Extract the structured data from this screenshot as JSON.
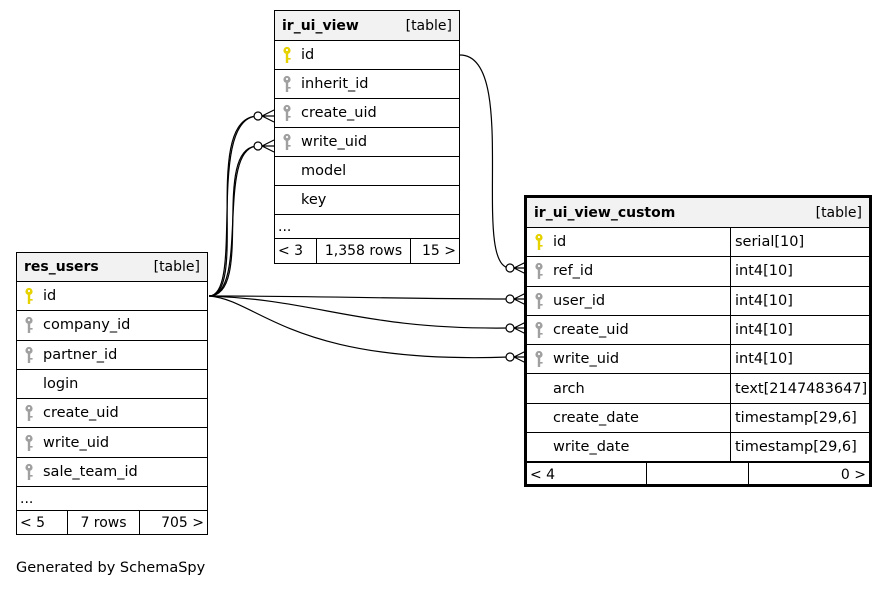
{
  "tables": {
    "ir_ui_view": {
      "name": "ir_ui_view",
      "kind": "[table]",
      "columns": [
        {
          "name": "id",
          "key": "primary"
        },
        {
          "name": "inherit_id",
          "key": "foreign"
        },
        {
          "name": "create_uid",
          "key": "foreign"
        },
        {
          "name": "write_uid",
          "key": "foreign"
        },
        {
          "name": "model",
          "key": "none"
        },
        {
          "name": "key",
          "key": "none"
        }
      ],
      "more": "...",
      "footer": {
        "left": "< 3",
        "rows": "1,358 rows",
        "right": "15 >"
      }
    },
    "res_users": {
      "name": "res_users",
      "kind": "[table]",
      "columns": [
        {
          "name": "id",
          "key": "primary"
        },
        {
          "name": "company_id",
          "key": "foreign"
        },
        {
          "name": "partner_id",
          "key": "foreign"
        },
        {
          "name": "login",
          "key": "none"
        },
        {
          "name": "create_uid",
          "key": "foreign"
        },
        {
          "name": "write_uid",
          "key": "foreign"
        },
        {
          "name": "sale_team_id",
          "key": "foreign"
        }
      ],
      "more": "...",
      "footer": {
        "left": "< 5",
        "rows": "7 rows",
        "right": "705 >"
      }
    },
    "ir_ui_view_custom": {
      "name": "ir_ui_view_custom",
      "kind": "[table]",
      "columns": [
        {
          "name": "id",
          "type": "serial[10]",
          "key": "primary"
        },
        {
          "name": "ref_id",
          "type": "int4[10]",
          "key": "foreign"
        },
        {
          "name": "user_id",
          "type": "int4[10]",
          "key": "foreign"
        },
        {
          "name": "create_uid",
          "type": "int4[10]",
          "key": "foreign"
        },
        {
          "name": "write_uid",
          "type": "int4[10]",
          "key": "foreign"
        },
        {
          "name": "arch",
          "type": "text[2147483647]",
          "key": "none"
        },
        {
          "name": "create_date",
          "type": "timestamp[29,6]",
          "key": "none"
        },
        {
          "name": "write_date",
          "type": "timestamp[29,6]",
          "key": "none"
        }
      ],
      "footer": {
        "left": "< 4",
        "rows": "",
        "right": "0 >"
      }
    }
  },
  "relationships": [
    {
      "from": "res_users.id",
      "to": "ir_ui_view.create_uid"
    },
    {
      "from": "res_users.id",
      "to": "ir_ui_view.write_uid"
    },
    {
      "from": "ir_ui_view.id",
      "to": "ir_ui_view_custom.ref_id"
    },
    {
      "from": "res_users.id",
      "to": "ir_ui_view_custom.user_id"
    },
    {
      "from": "res_users.id",
      "to": "ir_ui_view_custom.create_uid"
    },
    {
      "from": "res_users.id",
      "to": "ir_ui_view_custom.write_uid"
    }
  ],
  "colors": {
    "primary_key": "#e6d200",
    "foreign_key": "#a0a0a0",
    "header_bg": "#f2f2f2"
  },
  "caption": "Generated by SchemaSpy"
}
